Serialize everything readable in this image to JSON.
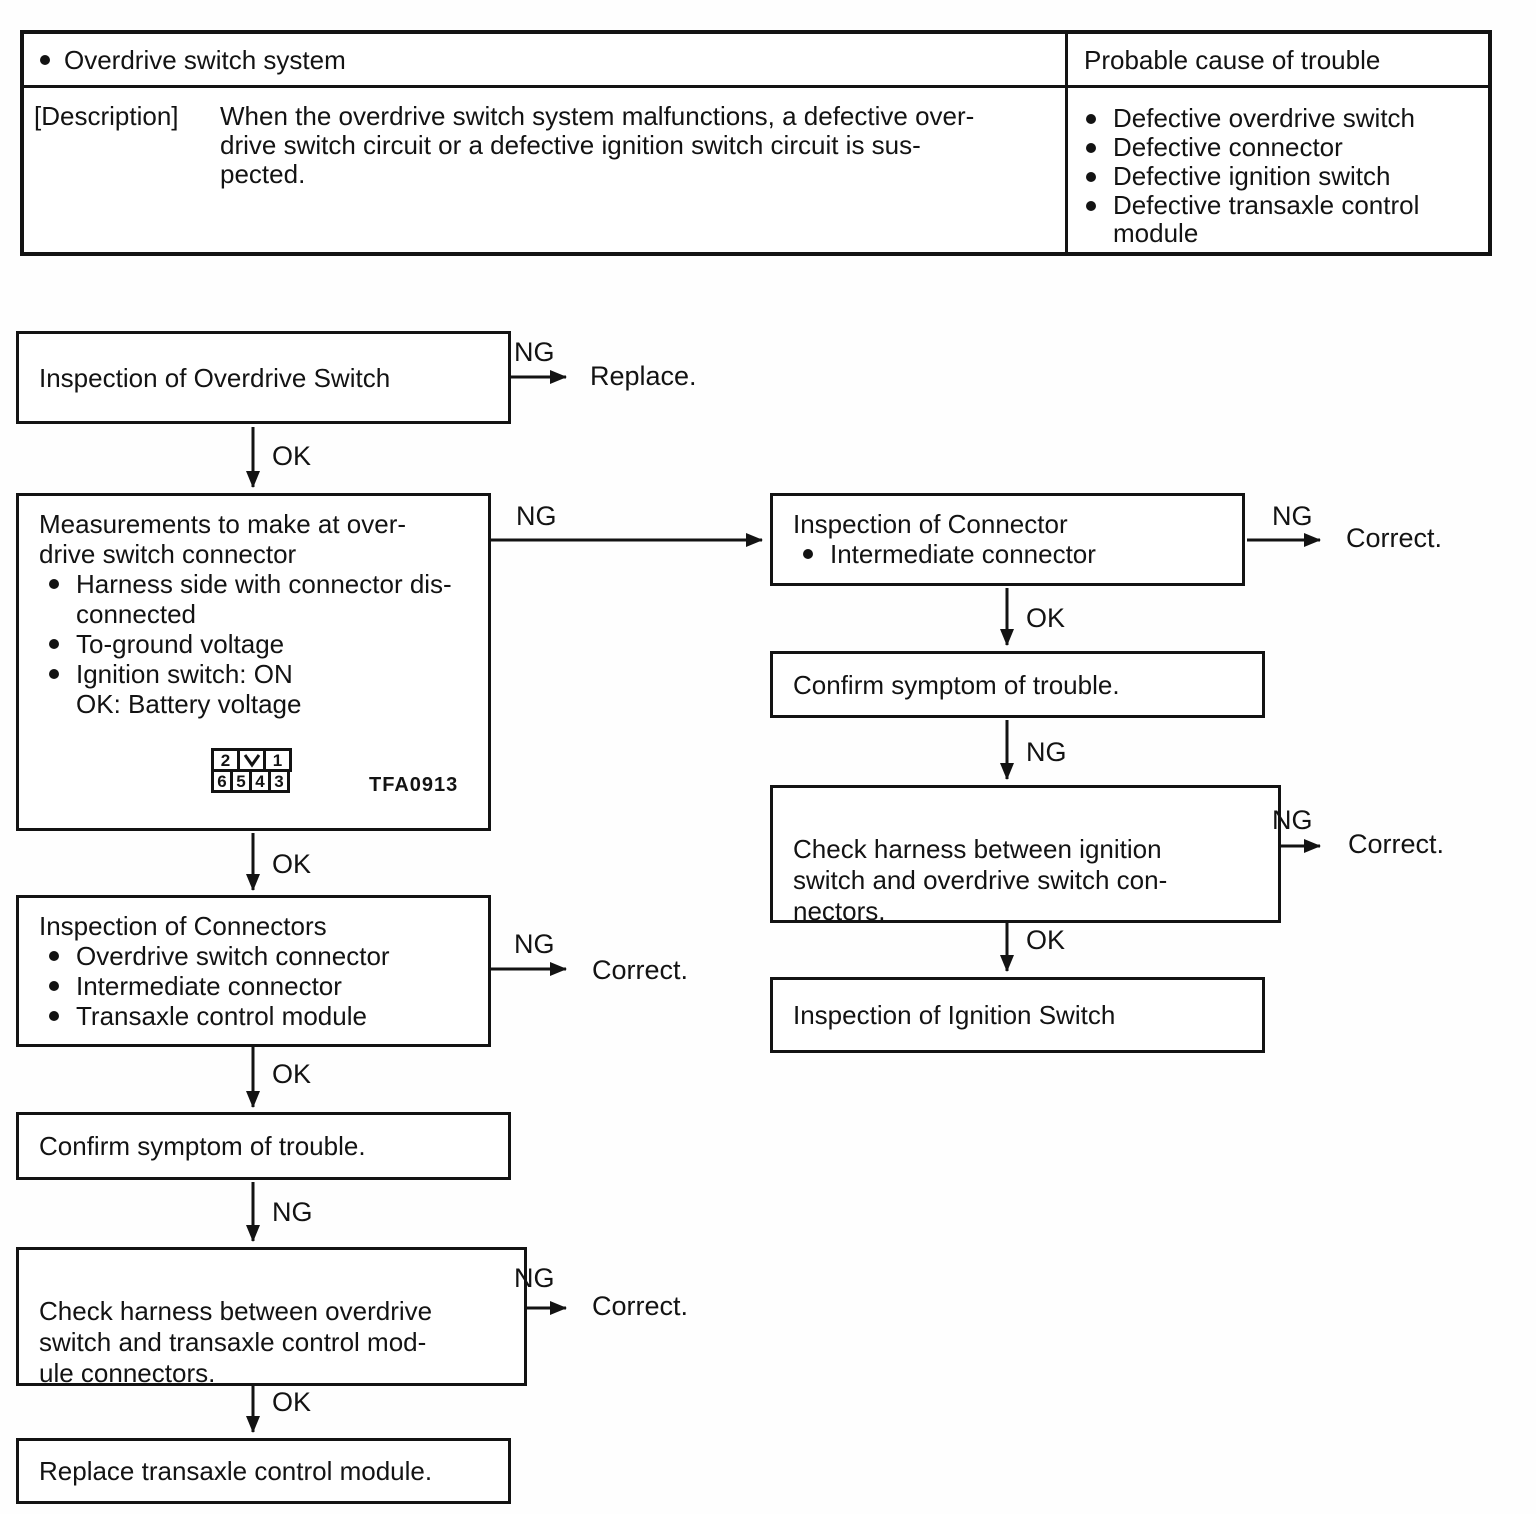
{
  "table": {
    "header_left": "Overdrive switch system",
    "header_right": "Probable cause of trouble",
    "description_label": "[Description]",
    "description_text": "When the overdrive switch system malfunctions, a defective over-\ndrive switch circuit or a defective ignition switch circuit is sus-\npected.",
    "causes": [
      "Defective overdrive switch",
      "Defective connector",
      "Defective ignition switch",
      "Defective transaxle control\nmodule"
    ]
  },
  "flow": {
    "labels": {
      "ng": "NG",
      "ok": "OK",
      "replace": "Replace.",
      "correct": "Correct."
    },
    "left": {
      "inspect_overdrive_switch": "Inspection of Overdrive Switch",
      "measurements": {
        "title": "Measurements to make at over-\ndrive switch connector",
        "bullets": [
          "Harness side with connector dis-\nconnected",
          "To-ground voltage",
          "Ignition switch: ON\nOK: Battery voltage"
        ],
        "connector_pins_top": [
          "2",
          "1"
        ],
        "connector_pins_bottom": [
          "6",
          "5",
          "4",
          "3"
        ],
        "figure_code": "TFA0913"
      },
      "inspect_connectors": {
        "title": "Inspection of Connectors",
        "bullets": [
          "Overdrive switch connector",
          "Intermediate connector",
          "Transaxle control module"
        ]
      },
      "confirm_symptom": "Confirm symptom of trouble.",
      "check_harness": "Check harness between overdrive\nswitch and transaxle control mod-\nule connectors.",
      "replace_module": "Replace transaxle control module."
    },
    "right": {
      "inspect_connector": {
        "title": "Inspection of Connector",
        "bullets": [
          "Intermediate connector"
        ]
      },
      "confirm_symptom": "Confirm symptom of trouble.",
      "check_harness": "Check harness between ignition\nswitch and overdrive switch con-\nnectors.",
      "inspect_ignition_switch": "Inspection of Ignition Switch"
    }
  }
}
